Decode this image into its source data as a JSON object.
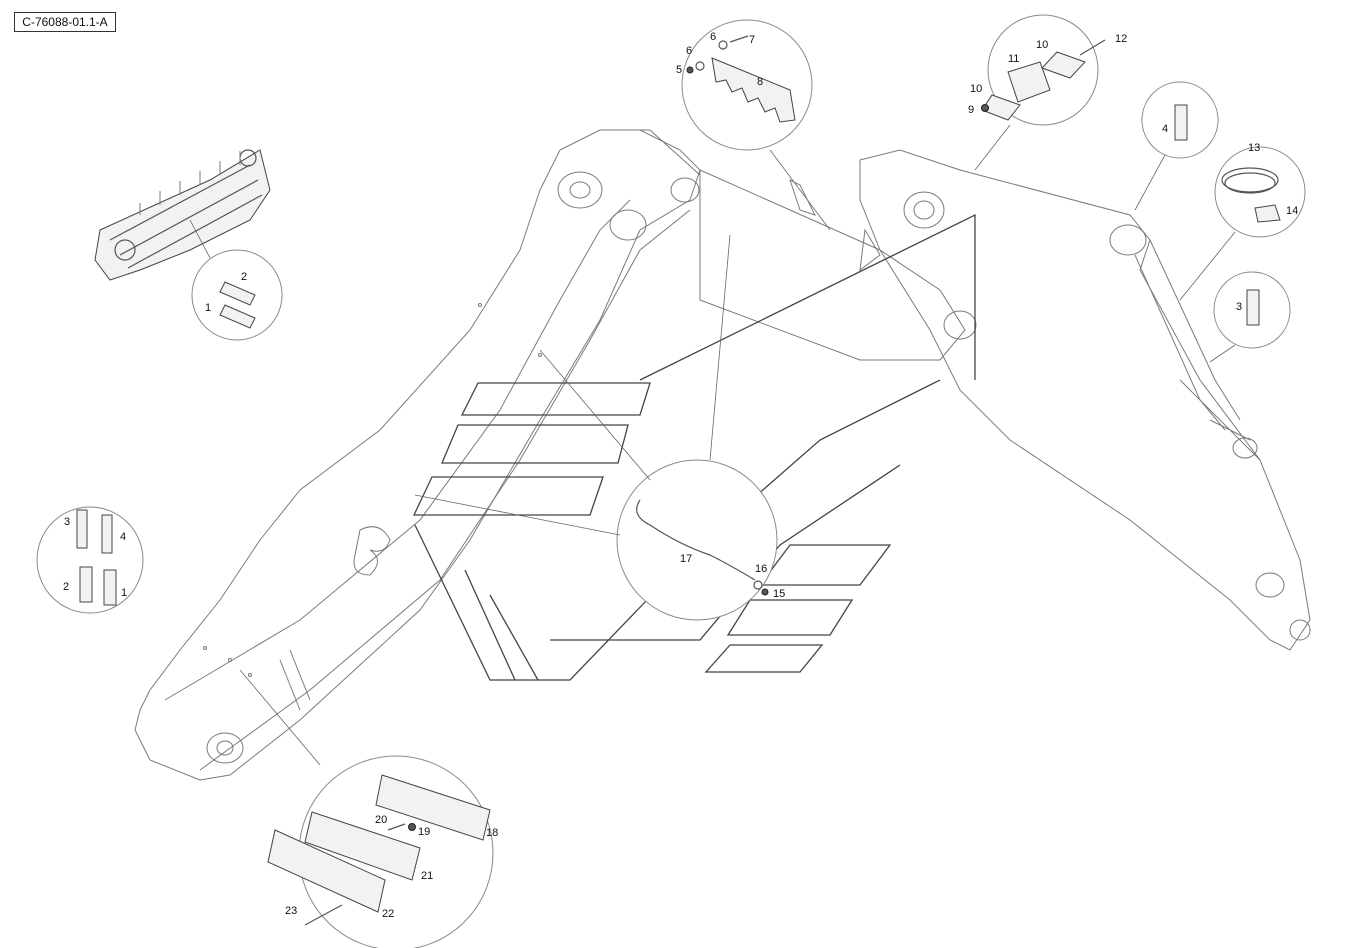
{
  "drawing_ref": "C-76088-01.1-A",
  "callouts": {
    "valve_detail": [
      "2",
      "1"
    ],
    "hose_fittings_left": [
      "3",
      "4",
      "2",
      "1"
    ],
    "boom_clamp_detail": [
      "20",
      "19",
      "18",
      "21",
      "23",
      "22"
    ],
    "center_line_detail": [
      "17",
      "16",
      "15"
    ],
    "bracket_detail": [
      "6",
      "7",
      "6",
      "5",
      "8"
    ],
    "clamp_detail": [
      "10",
      "12",
      "11",
      "10",
      "9"
    ],
    "fitting_4": "4",
    "hose_clamp_detail": [
      "13",
      "14"
    ],
    "fitting_3": "3"
  }
}
